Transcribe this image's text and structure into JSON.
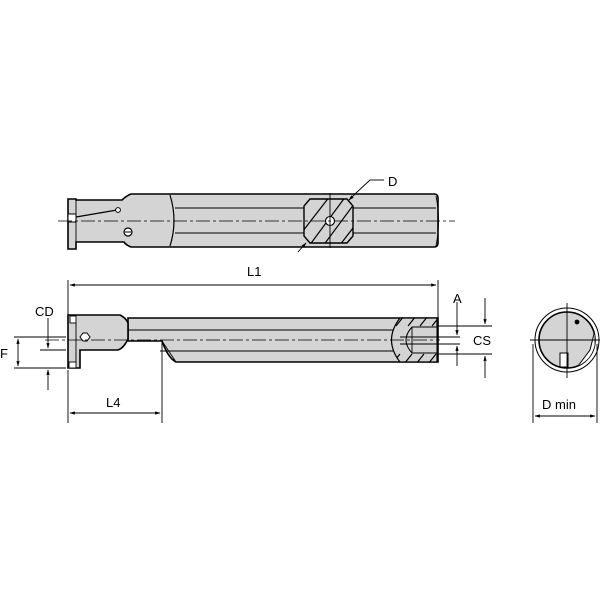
{
  "drawing": {
    "title": "Boring bar technical drawing",
    "background": "#ffffff",
    "body_color": "#d4d4d4",
    "line_color": "#000000",
    "views": {
      "top_view": {
        "label": "top-view"
      },
      "side_view": {
        "label": "side-view"
      },
      "end_view": {
        "label": "end-view"
      }
    },
    "dimensions": {
      "D": "D",
      "L1": "L1",
      "CD": "CD",
      "F": "F",
      "L4": "L4",
      "A": "A",
      "CS": "CS",
      "D_min": "D min"
    }
  }
}
